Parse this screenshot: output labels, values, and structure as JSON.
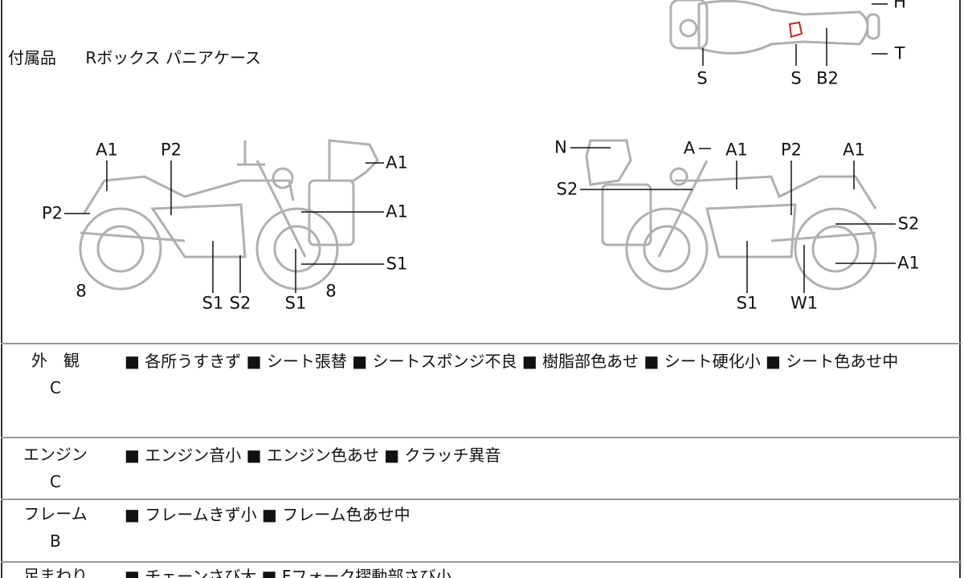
{
  "accessories": {
    "label": "付属品",
    "value": "Rボックス パニアケース"
  },
  "top_view_labels": [
    "H",
    "T",
    "S",
    "S",
    "B2"
  ],
  "left_bike_labels": [
    "A1",
    "P2",
    "P2",
    "8",
    "S1",
    "S2",
    "S1",
    "8",
    "A1",
    "A1",
    "S1"
  ],
  "right_bike_labels": [
    "N",
    "A",
    "A1",
    "P2",
    "A1",
    "S2",
    "S2",
    "A1",
    "S1",
    "W1"
  ],
  "sections": [
    {
      "name": "外　観",
      "grade": "C",
      "text": "■ 各所うすきず ■ シート張替 ■ シートスポンジ不良 ■ 樹脂部色あせ ■ シート硬化小 ■ シート色あせ中"
    },
    {
      "name": "エンジン",
      "grade": "C",
      "text": "■ エンジン音小 ■ エンジン色あせ ■ クラッチ異音"
    },
    {
      "name": "フレーム",
      "grade": "B",
      "text": "■ フレームきず小 ■ フレーム色あせ中"
    },
    {
      "name": "足まわり",
      "grade": "",
      "text": "■ チェーンさび大 ■ Fフォーク摺動部さび小"
    }
  ],
  "colors": {
    "damage_mark": "#cc2222",
    "drawing": "#b0b0b0"
  }
}
